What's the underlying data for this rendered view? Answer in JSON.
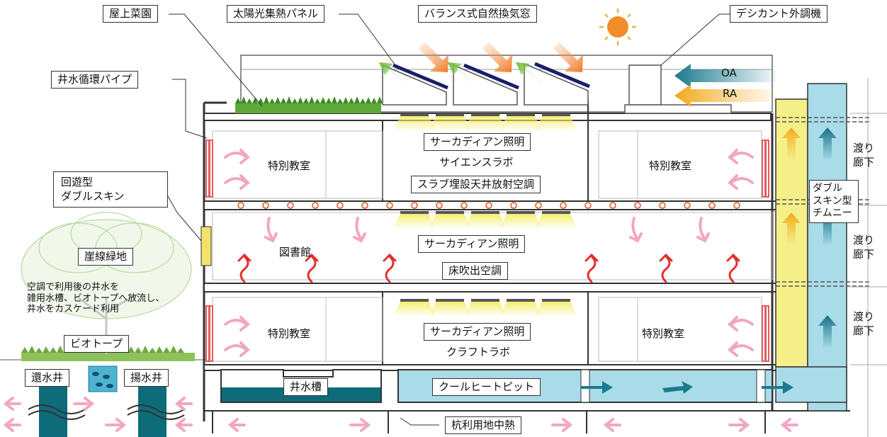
{
  "colors": {
    "structure": "#333333",
    "water": "#0d6b7a",
    "pit_fill": "#a9dbe8",
    "chimney_yellow": "#f5ef8a",
    "chimney_blue": "#a9dbe8",
    "green_roof": "#4c9a2a",
    "sun": "#f28c28",
    "hot_arrow": "#e6401a",
    "pink_arrow": "#f2a6c4",
    "solar_panel": "#1a1f6b",
    "light": "#f7f07a"
  },
  "icons": [
    "sun-icon",
    "fish-icon",
    "solar-panel-icon",
    "light-fixture-icon",
    "airflow-arrow-icon",
    "radiant-pipe-icon",
    "tree-icon",
    "grass-icon"
  ],
  "labels": {
    "rooftop_garden": "屋上菜園",
    "solar_panel": "太陽光集熱パネル",
    "balance_window": "バランス式自然換気窓",
    "desiccant": "デシカント外調機",
    "well_pipe": "井水循環パイプ",
    "double_skin": "回遊型\nダブルスキン",
    "cliff_green": "崖線緑地",
    "well_note": "空調で利用後の井水を\n雑用水槽、ビオトープへ放流し、\n井水をカスケード利用",
    "biotope": "ビオトープ",
    "return_well": "還水井",
    "pump_well": "揚水井",
    "well_tank": "井水槽",
    "cool_heat_pit": "クールヒートピット",
    "pile_geo": "杭利用地中熱",
    "circadian_1": "サーカディアン照明",
    "science_lab": "サイエンスラボ",
    "slab_radiant": "スラブ埋設天井放射空調",
    "circadian_2": "サーカディアン照明",
    "floor_air": "床吹出空調",
    "circadian_3": "サーカディアン照明",
    "craft_lab": "クラフトラボ",
    "special_room": "特別教室",
    "library": "図書館",
    "double_chimney": "ダブル\nスキン型\nチムニー",
    "corridor": "渡り\n廊下",
    "oa": "OA",
    "ra": "RA"
  }
}
